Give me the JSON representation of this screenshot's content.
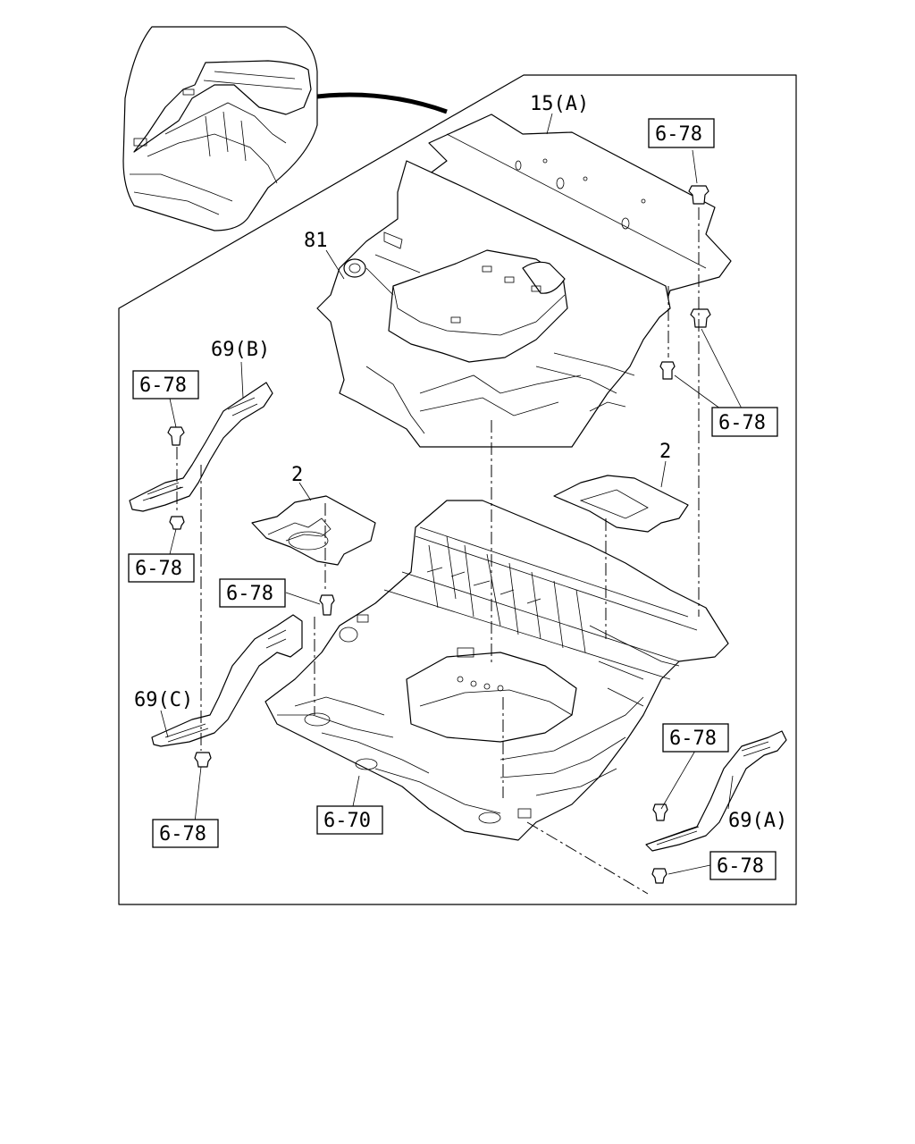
{
  "labels": {
    "part_15A": "15(A)",
    "part_81": "81",
    "part_69B": "69(B)",
    "part_69C": "69(C)",
    "part_69A": "69(A)",
    "part_2_left": "2",
    "part_2_right": "2",
    "ref_top_right": "6-78",
    "ref_right_mid": "6-78",
    "ref_left_top": "6-78",
    "ref_left_mid": "6-78",
    "ref_center": "6-78",
    "ref_left_bottom": "6-78",
    "ref_bottom_center": "6-70",
    "ref_right_lower": "6-78",
    "ref_right_bottom": "6-78"
  }
}
